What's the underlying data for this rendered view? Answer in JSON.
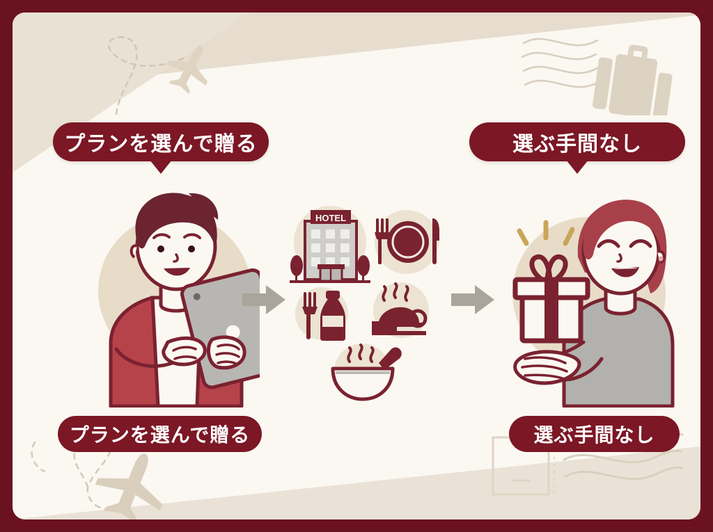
{
  "theme": {
    "border_color": "#6b1220",
    "panel_bg": "#fbf8f2",
    "band_beige": "#e6ddcf",
    "accent_maroon": "#7c1725",
    "line_maroon": "#7a2230",
    "gray_arrow": "#a9a49c",
    "circle_beige": "#e8dcc8",
    "sweater_gray": "#b3b1ad",
    "cardigan_red": "#b7434a",
    "hair_dark": "#6b2430",
    "hair_auburn": "#a8404a",
    "spark_gold": "#c9a558"
  },
  "bubbles": {
    "left": "プランを選んで贈る",
    "right": "選ぶ手間なし"
  },
  "labels": {
    "left": "プランを選んで贈る",
    "right": "選ぶ手間なし"
  },
  "icons": {
    "hotel_sign": "HOTEL",
    "cluster": [
      "hotel-icon",
      "plate-fork-knife-icon",
      "fork-bottle-icon",
      "spa-massage-icon",
      "soup-bowl-icon"
    ],
    "arrows": [
      "arrow-right-icon",
      "arrow-right-icon"
    ],
    "decorations": [
      "airplane-dashed-trail-icon",
      "suitcase-postmark-icon",
      "airplane-heart-trail-icon",
      "postage-stamp-postmark-icon"
    ]
  },
  "figures": {
    "left": "man-holding-tablet",
    "right": "woman-receiving-gift"
  }
}
